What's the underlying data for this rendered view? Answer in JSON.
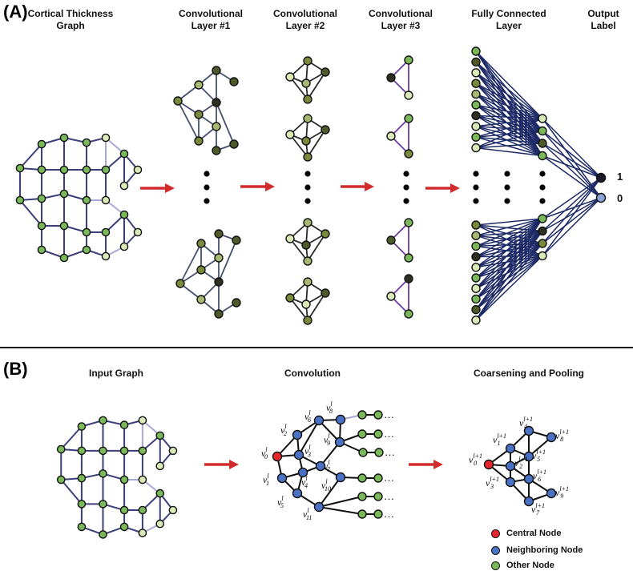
{
  "panelA": {
    "label": "(A)",
    "headers": {
      "graph": [
        "Cortical Thickness",
        "Graph"
      ],
      "conv1": [
        "Convolutional",
        "Layer #1"
      ],
      "conv2": [
        "Convolutional",
        "Layer #2"
      ],
      "conv3": [
        "Convolutional",
        "Layer #3"
      ],
      "fc": [
        "Fully Connected",
        "Layer"
      ],
      "out": [
        "Output",
        "Label"
      ]
    },
    "output_labels": [
      "1",
      "0"
    ]
  },
  "panelB": {
    "label": "(B)",
    "headers": {
      "input": "Input Graph",
      "conv": "Convolution",
      "coarse": "Coarsening and Pooling"
    },
    "conv_nodes": [
      "0",
      "1",
      "2",
      "3",
      "4",
      "5",
      "6",
      "7",
      "8",
      "9",
      "10",
      "11"
    ],
    "pool_nodes": [
      "0",
      "1",
      "2",
      "3",
      "4",
      "5",
      "6",
      "7",
      "8",
      "9"
    ],
    "conv_superscript": "l",
    "pool_superscript": "l+1",
    "ellipsis": "…"
  },
  "legend": [
    {
      "label": "Central Node",
      "color": "#e8262b"
    },
    {
      "label": "Neighboring Node",
      "color": "#4a72c4"
    },
    {
      "label": "Other Node",
      "color": "#79b95a"
    }
  ],
  "colors": {
    "arrow": "#d22b2b",
    "fc_edge": "#1d2a66",
    "conv3_edge": "#6a3aa8",
    "graph_edge_dark": "#3b3f7a",
    "graph_edge_light": "#a7a8d6"
  }
}
